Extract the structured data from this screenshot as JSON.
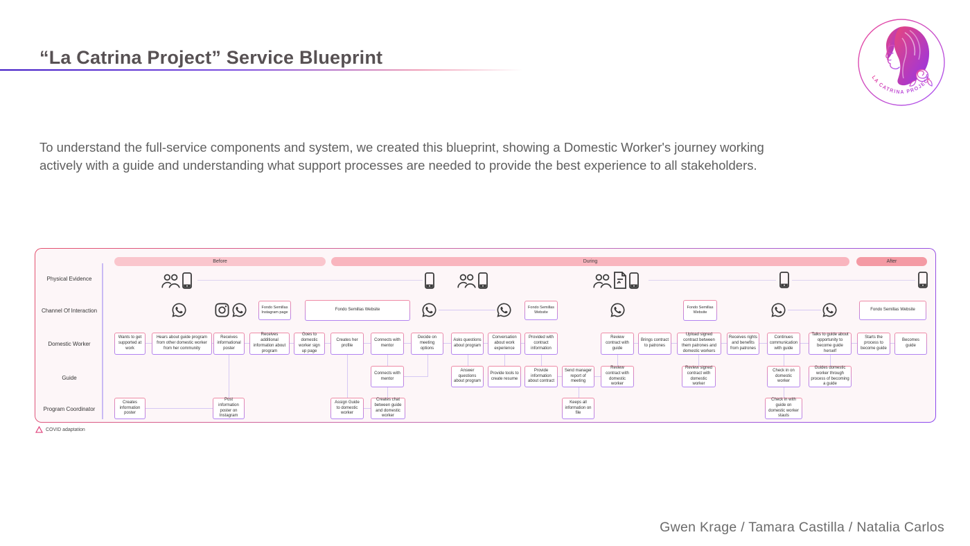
{
  "header": {
    "title": "“La Catrina Project” Service Blueprint"
  },
  "logo": {
    "text": "LA CATRINA PROJECT"
  },
  "intro": "To understand the full-service components and system, we created this blueprint, showing a Domestic Worker's journey working actively with a guide and understanding what support processes are needed to provide the best experience to all stakeholders.",
  "blueprint": {
    "phases": [
      "Before",
      "During",
      "After"
    ],
    "row_labels": [
      "Physical Evidence",
      "Channel Of Interaction",
      "Domestic Worker",
      "Guide",
      "Program Coordinator"
    ],
    "channel_boxes": [
      "Fondo Semillas Instagram page",
      "Fondo Semillas Website",
      "Fondo Semillas Website",
      "Fondo Semillas Website",
      "Fondo Semillas Website"
    ],
    "dw_steps": [
      "Wants to get supported at work",
      "Hears about guide program from other domestic worker from her community",
      "Receives informational poster",
      "Receives additional information about program",
      "Goes to domestic worker sign up page",
      "Creates her profile",
      "Connects with mentor",
      "Decide on meeting options",
      "Asks questions about program",
      "Conversation about work experience",
      "Provided with contract information",
      "Review contract with guide",
      "Brings contract to patrones",
      "Upload signed contract between them patrones and domestic workers",
      "Receives rights and benefits from patrones",
      "Continues communication with guide",
      "Talks to guide about opportunity to become guide herself",
      "Starts the process to become guide",
      "Becomes guide"
    ],
    "guide_steps": [
      "Connects with mentor",
      "Answer questions about program",
      "Provide tools to create resume",
      "Provide information about contract",
      "Send manager report of meeting",
      "Review contract with domestic worker",
      "Review signed contract with domestic worker",
      "Check in on domestic worker",
      "Guides domestic worker through process of becoming a guide"
    ],
    "pc_steps": [
      "Creates information poster",
      "Post information poster on Instagram",
      "Assign Guide to domestic worker",
      "Creates chat between guide and domestic worker",
      "Keeps all information on file",
      "Check in with guide on domestic worker stauts"
    ],
    "legend": "COVID adaptation"
  },
  "icons": {
    "whatsapp": "whatsapp-speech-bubble-phone",
    "instagram": "instagram-camera-square",
    "people": "two-people-outline",
    "phone": "smartphone-outline",
    "document": "contract-document",
    "legend_marker": "triangle-outline"
  },
  "colors": {
    "title": "#575153",
    "underline_start": "#3d16c4",
    "underline_end": "#f0a0b8",
    "phase_before": "#fac6cd",
    "phase_during": "#f9b5be",
    "phase_after": "#f49aa4",
    "container_bg": "#fdf6f8",
    "node_border_top": "#ef8aa4",
    "node_border_bottom": "#b183f2",
    "connector": "#d5c8f3",
    "logo_pink": "#ec4899",
    "logo_purple": "#a855f7"
  },
  "footer": {
    "credits": "Gwen Krage / Tamara Castilla / Natalia Carlos"
  }
}
